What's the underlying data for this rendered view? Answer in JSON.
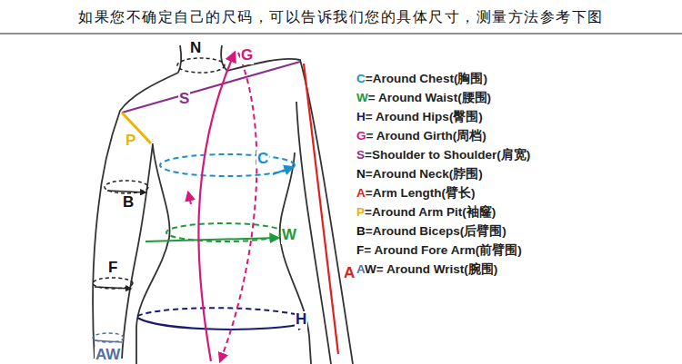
{
  "diagram": {
    "title": "如果您不确定自己的尺码，可以告诉我们您的具体尺寸，测量方法参考下图",
    "labels": [
      "N",
      "G",
      "S",
      "P",
      "C",
      "B",
      "W",
      "F",
      "A",
      "H",
      "AW",
      "C=Around Chest(胸围)",
      "W= Around Waist(腰围)",
      "H= Around Hips(臀围)",
      "G= Around Girth(周档)",
      "S=Shoulder to Shoulder(肩宽)",
      "N=Around Neck(脖围)",
      "A=Arm Length(臂长)",
      "P=Around Arm Pit(袖窿)",
      "B=Around Biceps(后臂围)",
      "F= Around Fore Arm(前臂围)",
      "AW= Around Wrist(腕围)"
    ]
  }
}
